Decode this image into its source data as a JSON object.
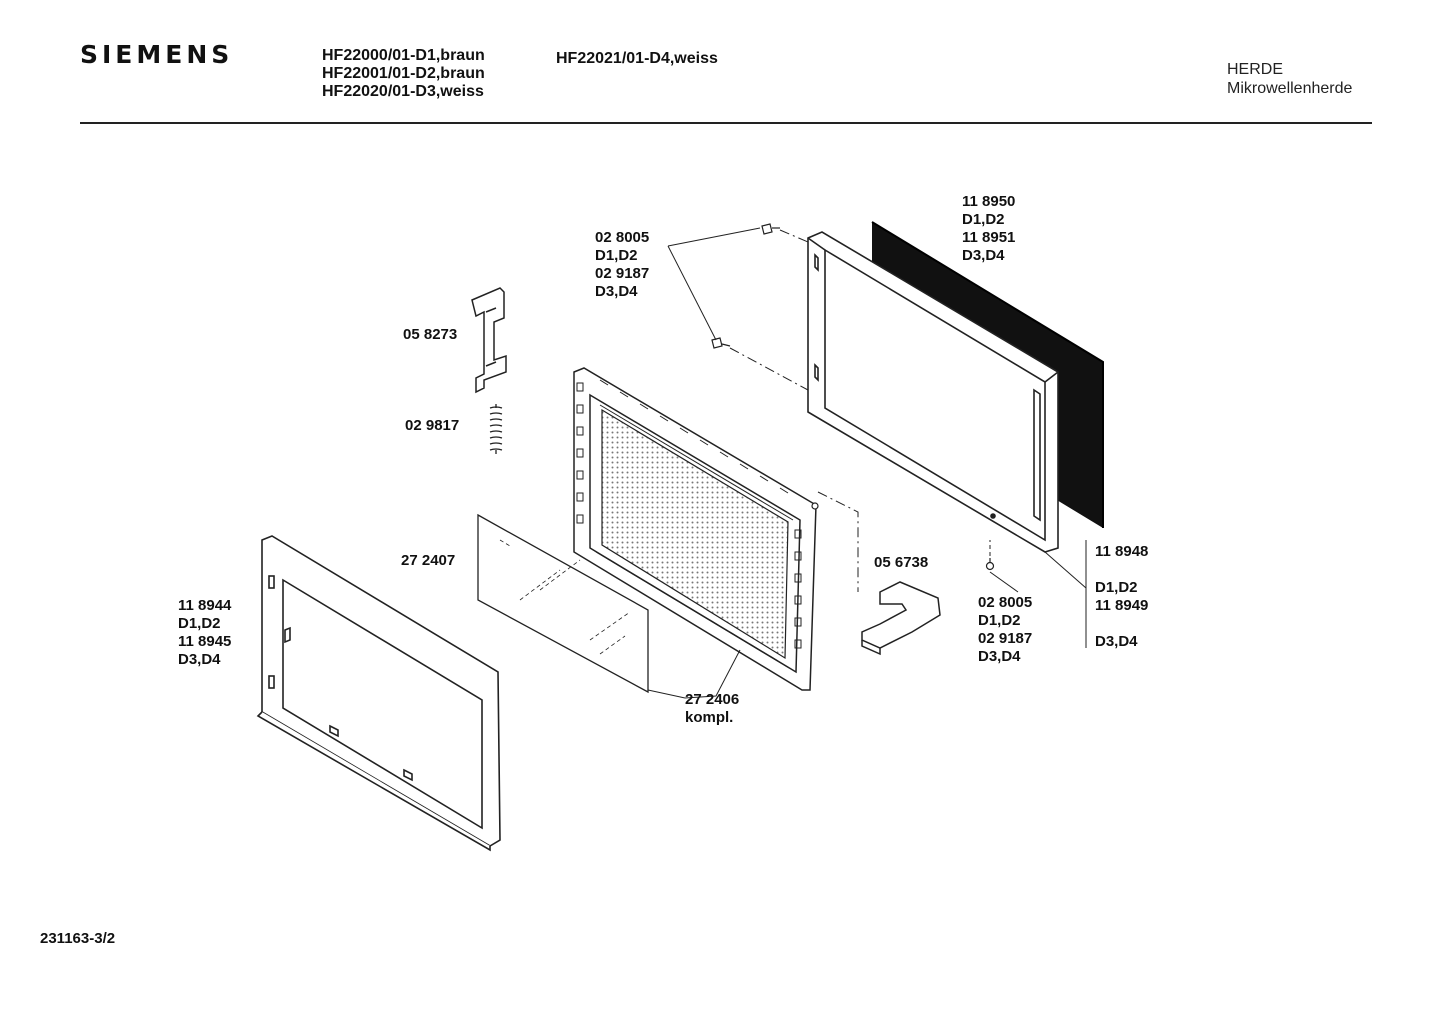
{
  "header": {
    "brand": "SIEMENS",
    "models_left": [
      "HF22000/01-D1,braun",
      "HF22001/01-D2,braun",
      "HF22020/01-D3,weiss"
    ],
    "models_right": [
      "HF22021/01-D4,weiss"
    ],
    "category": "HERDE",
    "subcategory": "Mikrowellenherde"
  },
  "parts": {
    "p028005_top": [
      "02 8005",
      "D1,D2",
      "02 9187",
      "D3,D4"
    ],
    "p118950": [
      "11 8950",
      "D1,D2",
      "11 8951",
      "D3,D4"
    ],
    "p058273": "05 8273",
    "p029817": "02 9817",
    "p272407": "27 2407",
    "p056738": "05 6738",
    "p118948": [
      "11 8948",
      "D1,D2",
      "11 8949",
      "D3,D4"
    ],
    "p028005_bottom": [
      "02 8005",
      "D1,D2",
      "02 9187",
      "D3,D4"
    ],
    "p118944": [
      "11 8944",
      "D1,D2",
      "11 8945",
      "D3,D4"
    ],
    "p272406": [
      "27 2406",
      "kompl."
    ]
  },
  "footer": {
    "doc_number": "231163-3/2"
  }
}
